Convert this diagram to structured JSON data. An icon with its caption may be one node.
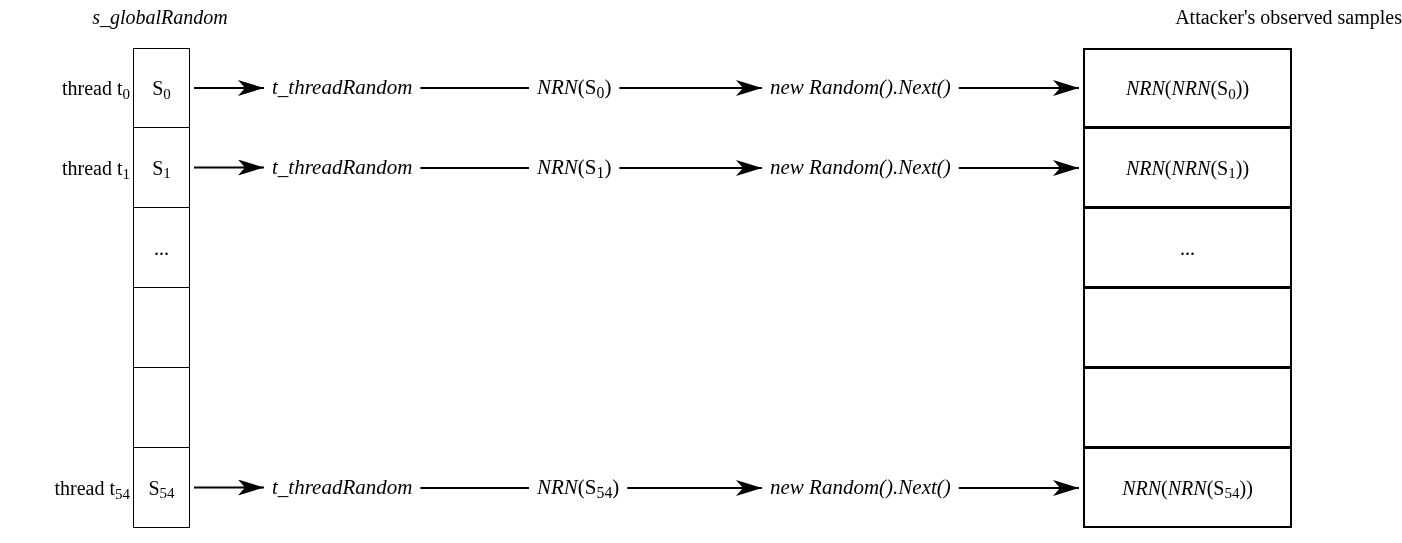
{
  "diagram": {
    "nodes": [
      {
        "text": [
          "s_globalRandom"
        ]
      },
      {
        "text": [
          "S$_{0}$"
        ],
        "in": 0
      },
      {
        "text": [
          "S$_{1}$"
        ],
        "in": 0
      },
      {
        "text": [
          "..."
        ],
        "in": 0
      },
      {
        "text": [],
        "shape": "box",
        "in": 0
      },
      {
        "text": [],
        "shape": "box",
        "in": 0
      },
      {
        "text": [
          "S$_{54}$"
        ],
        "in": 0
      },
      {
        "text": [
          "Attacker's observed samples"
        ]
      },
      {
        "text": [
          "*NRN*(*NRN*(S$_{0}$))"
        ],
        "in": 7
      },
      {
        "text": [
          "*NRN*(*NRN*(S$_{1}$))"
        ],
        "in": 7
      },
      {
        "text": [
          "..."
        ],
        "in": 7
      },
      {
        "text": [],
        "shape": "box",
        "in": 7
      },
      {
        "text": [],
        "shape": "box",
        "in": 7
      },
      {
        "text": [
          "*NRN*(*NRN*(S$_{54}$))"
        ],
        "in": 7
      },
      {
        "text": [
          "t_threadRandom"
        ]
      },
      {
        "text": [
          "*NRN*(S$_{0}$)"
        ]
      },
      {
        "text": [
          "new Random().Next()"
        ]
      },
      {
        "text": [
          "t_threadRandom"
        ]
      },
      {
        "text": [
          "*NRN*(S$_{1}$)"
        ]
      },
      {
        "text": [
          "new Random().Next()"
        ]
      },
      {
        "text": [
          "t_threadRandom"
        ]
      },
      {
        "text": [
          "*NRN*(S$_{54}$)"
        ]
      },
      {
        "text": [
          "new Random().Next()"
        ]
      }
    ],
    "edges": [
      {
        "from": 1,
        "to": 14,
        "arrow": "to"
      },
      {
        "from": 14,
        "to": 15,
        "arrow": "none"
      },
      {
        "from": 15,
        "to": 16,
        "arrow": "to"
      },
      {
        "from": 16,
        "to": 8,
        "arrow": "to"
      },
      {
        "from": 2,
        "to": 17,
        "arrow": "to"
      },
      {
        "from": 17,
        "to": 18,
        "arrow": "none"
      },
      {
        "from": 18,
        "to": 19,
        "arrow": "to"
      },
      {
        "from": 19,
        "to": 9,
        "arrow": "to"
      },
      {
        "from": 6,
        "to": 20,
        "arrow": "to"
      },
      {
        "from": 20,
        "to": 21,
        "arrow": "none"
      },
      {
        "from": 21,
        "to": 22,
        "arrow": "to"
      },
      {
        "from": 22,
        "to": 13,
        "arrow": "to"
      }
    ],
    "labels": [
      "thread t$_{0}$",
      "thread t$_{1}$",
      "thread t$_{54}$"
    ]
  }
}
